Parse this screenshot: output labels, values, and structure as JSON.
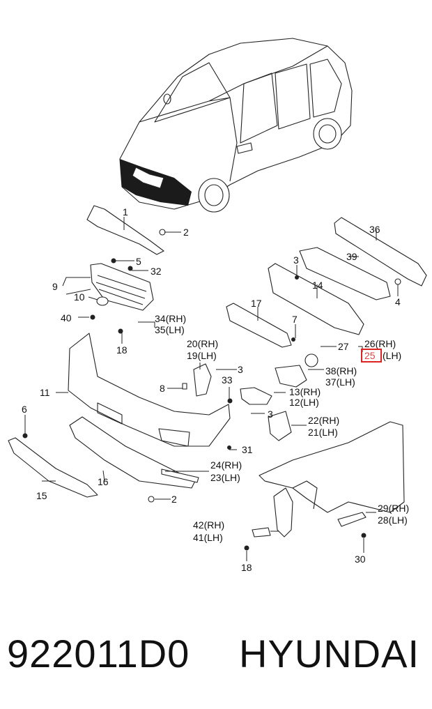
{
  "callouts": {
    "c1": "1",
    "c2a": "2",
    "c2b": "2",
    "c3a": "3",
    "c3b": "3",
    "c3c": "3",
    "c4": "4",
    "c5": "5",
    "c6": "6",
    "c7": "7",
    "c8": "8",
    "c9": "9",
    "c10": "10",
    "c11": "11",
    "c14": "14",
    "c15": "15",
    "c16": "16",
    "c17": "17",
    "c18a": "18",
    "c18b": "18",
    "c27": "27",
    "c30": "30",
    "c31": "31",
    "c32": "32",
    "c33": "33",
    "c36": "36",
    "c39": "39",
    "c40": "40",
    "c34_35": [
      "34(RH)",
      "35(LH)"
    ],
    "c20_19": [
      "20(RH)",
      "19(LH)"
    ],
    "c26_25_top": "26(RH)",
    "c25_hl": "25",
    "c25_lh": "(LH)",
    "c38_37": [
      "38(RH)",
      "37(LH)"
    ],
    "c13_12": [
      "13(RH)",
      "12(LH)"
    ],
    "c22_21": [
      "22(RH)",
      "21(LH)"
    ],
    "c24_23": [
      "24(RH)",
      "23(LH)"
    ],
    "c42_41": [
      "42(RH)",
      "41(LH)"
    ],
    "c29_28": [
      "29(RH)",
      "28(LH)"
    ]
  },
  "footer": {
    "part_number": "922011D0",
    "brand": "HYUNDAI"
  },
  "highlight_color": "#dd2222"
}
